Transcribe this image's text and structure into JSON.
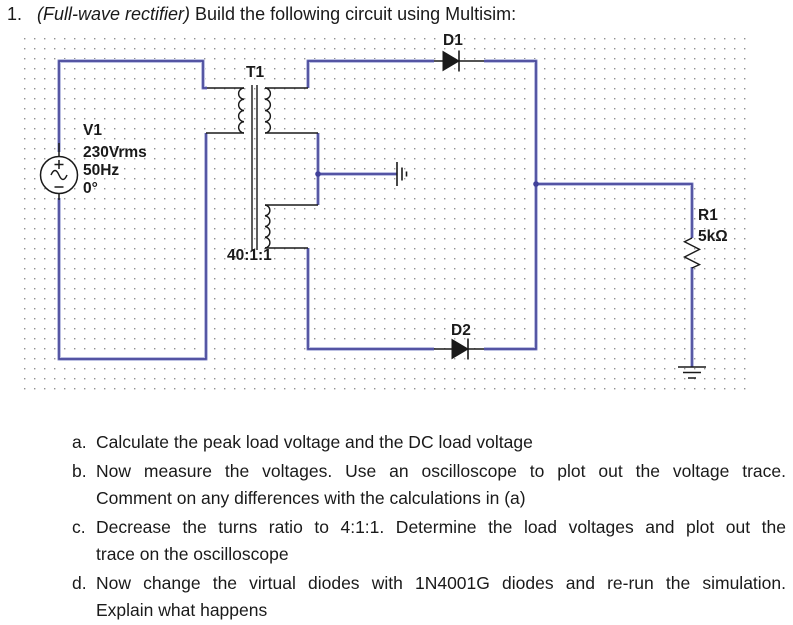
{
  "title": {
    "number": "1.",
    "italic_part": "(Full-wave rectifier)",
    "rest": "Build the following circuit using Multisim:"
  },
  "circuit": {
    "wire_color": "#45459a",
    "wire_halo_color": "#bcc0e2",
    "component_color": "#1a1a1a",
    "grid_dot_color": "#8e8e8e",
    "source": {
      "ref": "V1",
      "voltage": "230Vrms",
      "frequency": "50Hz",
      "phase": "0°"
    },
    "transformer": {
      "ref": "T1",
      "turns_ratio": "40:1:1"
    },
    "diode_top": {
      "ref": "D1"
    },
    "diode_bottom": {
      "ref": "D2"
    },
    "load_resistor": {
      "ref": "R1",
      "value": "5kΩ"
    }
  },
  "questions": [
    {
      "label": "a.",
      "lines": [
        "Calculate the peak load voltage and the DC load voltage"
      ]
    },
    {
      "label": "b.",
      "lines": [
        "Now measure the voltages. Use an oscilloscope to plot out the voltage trace.",
        "Comment on any differences with the calculations in (a)"
      ]
    },
    {
      "label": "c.",
      "lines": [
        "Decrease the turns ratio to 4:1:1. Determine the load voltages and plot out the",
        "trace on the oscilloscope"
      ]
    },
    {
      "label": "d.",
      "lines": [
        "Now change the virtual diodes with 1N4001G diodes and re-run the simulation.",
        "Explain what happens"
      ]
    }
  ]
}
